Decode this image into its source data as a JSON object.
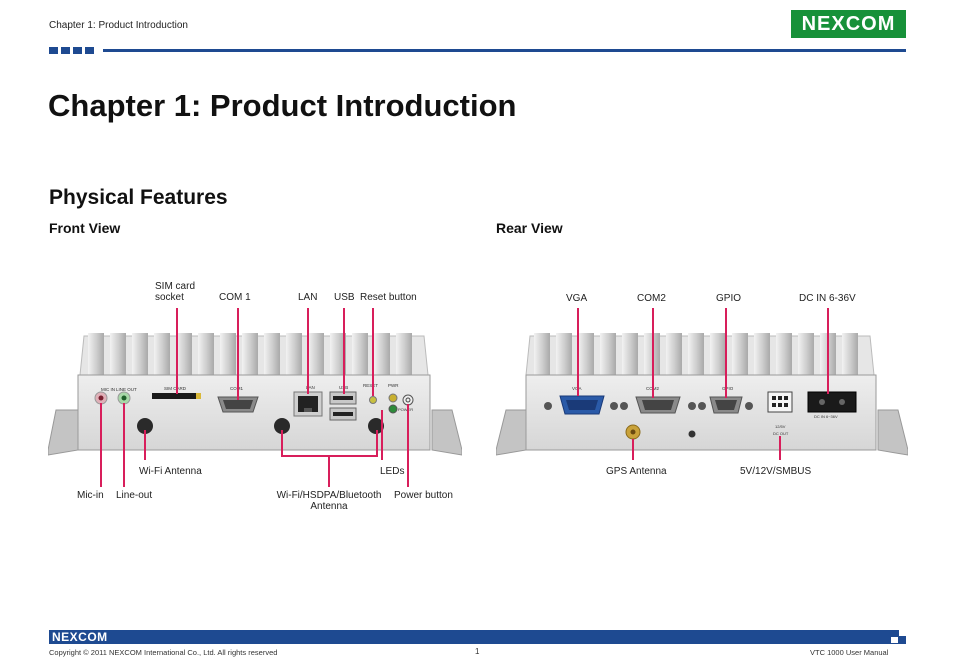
{
  "header": {
    "running_head": "Chapter 1: Product Introduction",
    "logo": "NEXCOM"
  },
  "page": {
    "chapter_title": "Chapter 1: Product Introduction",
    "section_title": "Physical Features"
  },
  "front_view": {
    "heading": "Front View",
    "callouts": {
      "sim_card_line1": "SIM card",
      "sim_card_line2": "socket",
      "com1": "COM 1",
      "lan": "LAN",
      "usb": "USB",
      "reset": "Reset button",
      "wifi_antenna": "Wi-Fi Antenna",
      "leds": "LEDs",
      "mic_in": "Mic-in",
      "line_out": "Line-out",
      "wifi_hsdpa_line1": "Wi-Fi/HSDPA/Bluetooth",
      "wifi_hsdpa_line2": "Antenna",
      "power": "Power button"
    },
    "panel_labels": {
      "mic_in": "MIC IN",
      "line_out": "LINE OUT",
      "sim": "SIM CARD",
      "com1": "COM1",
      "lan": "LAN",
      "usb": "USB",
      "reset": "RESET",
      "pwr": "PWR",
      "power": "POWER"
    }
  },
  "rear_view": {
    "heading": "Rear View",
    "callouts": {
      "vga": "VGA",
      "com2": "COM2",
      "gpio": "GPIO",
      "dc_in": "DC IN 6-36V",
      "gps": "GPS Antenna",
      "smbus": "5V/12V/SMBUS"
    },
    "panel_labels": {
      "vga": "VGA",
      "com2": "COM2",
      "gpio": "GPIO",
      "dc_out_line1": "12/5V",
      "dc_out_line2": "DC OUT",
      "dc_in": "DC IN 6~36V"
    }
  },
  "footer": {
    "logo": "NEXCOM",
    "copyright": "Copyright © 2011 NEXCOM International Co., Ltd. All rights reserved",
    "page_number": "1",
    "manual": "VTC 1000 User Manual"
  },
  "colors": {
    "brand_blue": "#1e4a91",
    "brand_green": "#179139",
    "callout_line": "#d81e5b"
  }
}
